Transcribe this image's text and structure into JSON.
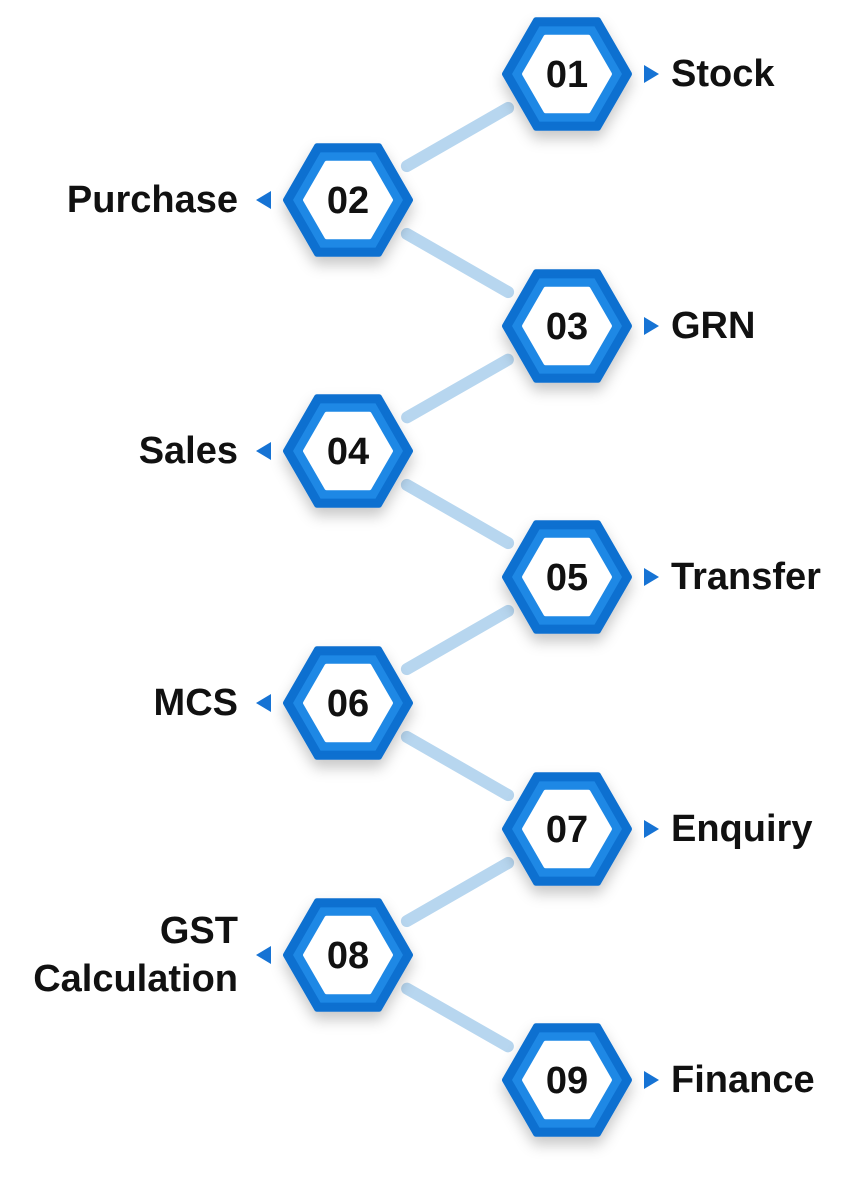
{
  "colors": {
    "hex_outer": "#0f6fd0",
    "hex_ring": "#1e88e5",
    "hex_inner": "#ffffff",
    "connector": "#b7d6ef",
    "arrow": "#1673d4",
    "text": "#111111"
  },
  "steps": [
    {
      "number": "01",
      "label": [
        "Stock"
      ]
    },
    {
      "number": "02",
      "label": [
        "Purchase"
      ]
    },
    {
      "number": "03",
      "label": [
        "GRN"
      ]
    },
    {
      "number": "04",
      "label": [
        "Sales"
      ]
    },
    {
      "number": "05",
      "label": [
        "Transfer"
      ]
    },
    {
      "number": "06",
      "label": [
        "MCS"
      ]
    },
    {
      "number": "07",
      "label": [
        "Enquiry"
      ]
    },
    {
      "number": "08",
      "label": [
        "GST",
        "Calculation"
      ]
    },
    {
      "number": "09",
      "label": [
        "Finance"
      ]
    }
  ]
}
